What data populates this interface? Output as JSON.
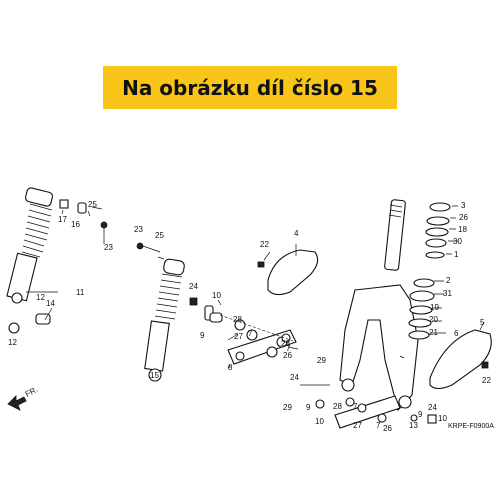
{
  "banner": {
    "text": "Na obrázku díl číslo 15",
    "bg_color": "#f7c619"
  },
  "diagram": {
    "drawing_code": "KRPE-F0900A",
    "direction_label": "FR.",
    "callouts": [
      {
        "id": "c1",
        "text": "3"
      },
      {
        "id": "c2",
        "text": "26"
      },
      {
        "id": "c3",
        "text": "18"
      },
      {
        "id": "c4",
        "text": "30"
      },
      {
        "id": "c5",
        "text": "1"
      },
      {
        "id": "c6",
        "text": "2"
      },
      {
        "id": "c7",
        "text": "31"
      },
      {
        "id": "c8",
        "text": "19"
      },
      {
        "id": "c9",
        "text": "20"
      },
      {
        "id": "c10",
        "text": "21"
      },
      {
        "id": "c11",
        "text": "6"
      },
      {
        "id": "c12",
        "text": "5"
      },
      {
        "id": "c13",
        "text": "22"
      },
      {
        "id": "c14",
        "text": "4"
      },
      {
        "id": "c15",
        "text": "22"
      },
      {
        "id": "c16",
        "text": "25"
      },
      {
        "id": "c17",
        "text": "17"
      },
      {
        "id": "c18",
        "text": "16"
      },
      {
        "id": "c19",
        "text": "23"
      },
      {
        "id": "c20",
        "text": "11"
      },
      {
        "id": "c21",
        "text": "12"
      },
      {
        "id": "c22",
        "text": "14"
      },
      {
        "id": "c23",
        "text": "12"
      },
      {
        "id": "c24",
        "text": "23"
      },
      {
        "id": "c25",
        "text": "25"
      },
      {
        "id": "c26",
        "text": "24"
      },
      {
        "id": "c27",
        "text": "10"
      },
      {
        "id": "c28",
        "text": "9"
      },
      {
        "id": "c29",
        "text": "15"
      },
      {
        "id": "c30",
        "text": "28"
      },
      {
        "id": "c31",
        "text": "7"
      },
      {
        "id": "c32",
        "text": "27"
      },
      {
        "id": "c33",
        "text": "7"
      },
      {
        "id": "c34",
        "text": "28"
      },
      {
        "id": "c35",
        "text": "26"
      },
      {
        "id": "c36",
        "text": "8"
      },
      {
        "id": "c37",
        "text": "29"
      },
      {
        "id": "c38",
        "text": "24"
      },
      {
        "id": "c39",
        "text": "28"
      },
      {
        "id": "c40",
        "text": "7"
      },
      {
        "id": "c41",
        "text": "29"
      },
      {
        "id": "c42",
        "text": "9"
      },
      {
        "id": "c43",
        "text": "10"
      },
      {
        "id": "c44",
        "text": "27"
      },
      {
        "id": "c45",
        "text": "7"
      },
      {
        "id": "c46",
        "text": "26"
      },
      {
        "id": "c47",
        "text": "13"
      },
      {
        "id": "c48",
        "text": "24"
      },
      {
        "id": "c49",
        "text": "9"
      },
      {
        "id": "c50",
        "text": "10"
      }
    ]
  }
}
